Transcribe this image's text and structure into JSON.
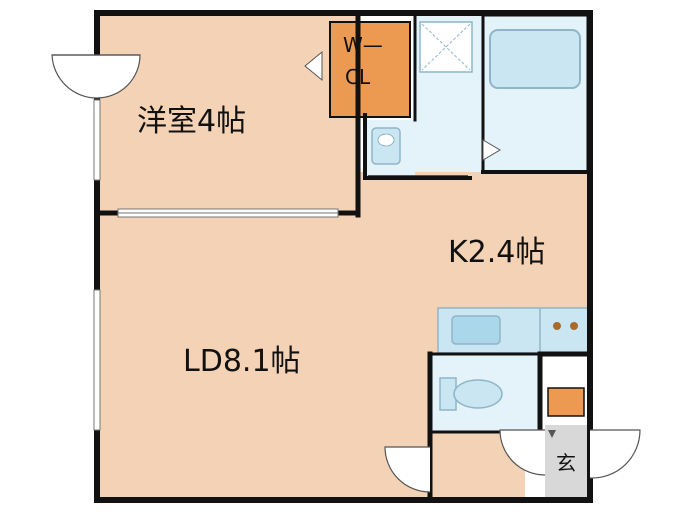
{
  "rooms": {
    "western_room": "洋室4帖",
    "walk_in_closet_line1": "W—",
    "walk_in_closet_line2": "CL",
    "kitchen": "K2.4帖",
    "living_dining": "LD8.1帖",
    "entrance": "玄"
  },
  "colors": {
    "floor": "#f3d2b5",
    "wall": "#111111",
    "closet": "#ec9a52",
    "fixture": "#c9e6f2",
    "fixture_stroke": "#8fb6c8",
    "entrance_floor": "#d8d8d8",
    "shoe_box": "#ec9a52"
  }
}
